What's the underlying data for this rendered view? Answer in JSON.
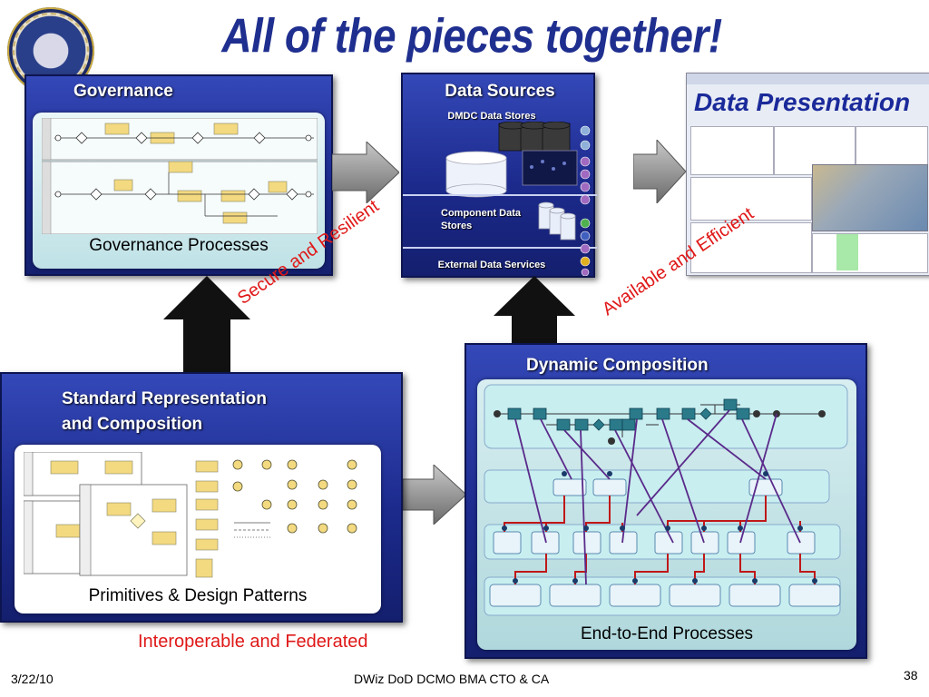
{
  "slide": {
    "title": "All of the pieces together!",
    "date": "3/22/10",
    "footer_center": "DWiz DoD DCMO BMA CTO & CA",
    "page_number": "38"
  },
  "governance": {
    "title": "Governance",
    "caption": "Governance Processes"
  },
  "data_sources": {
    "title": "Data Sources",
    "dmdc_label": "DMDC Data Stores",
    "component_label": "Component Data Stores",
    "external_label": "External Data Services"
  },
  "data_presentation": {
    "title": "Data Presentation"
  },
  "standard": {
    "title_line1": "Standard Representation",
    "title_line2": "and Composition",
    "caption": "Primitives & Design Patterns"
  },
  "dynamic": {
    "title": "Dynamic Composition",
    "caption": "End-to-End Processes"
  },
  "annotations": {
    "secure": "Secure and Resilient",
    "available": "Available and Efficient",
    "interoperable": "Interoperable and Federated"
  },
  "colors": {
    "title_blue": "#1f2f8f",
    "panel_blue": "#1c2a8c",
    "annotation_red": "#e01818"
  }
}
